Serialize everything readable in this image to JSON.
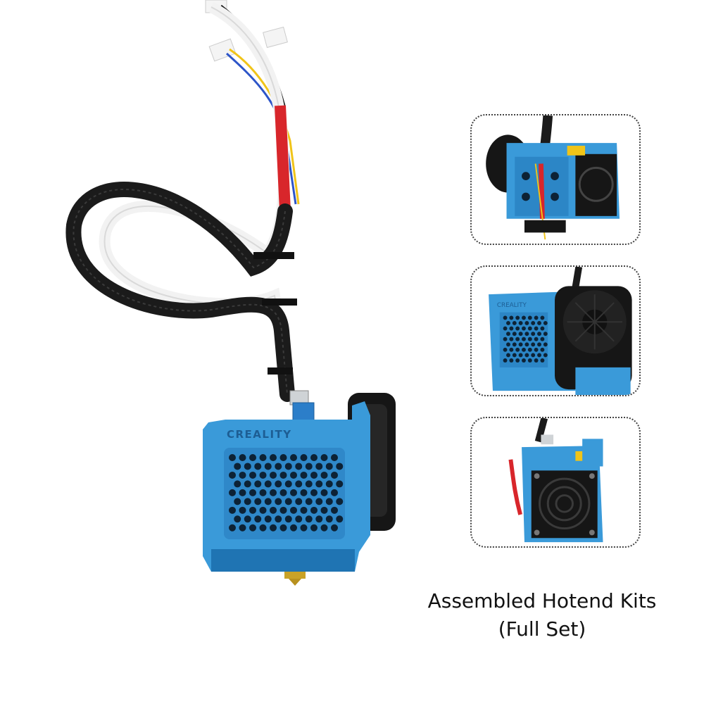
{
  "product": {
    "brand_logo": "CREALITY",
    "caption_line1": "Assembled Hotend Kits",
    "caption_line2": "(Full Set)"
  },
  "colors": {
    "housing_blue": "#3a9ad9",
    "housing_shadow": "#1f74b3",
    "fan_black": "#161616",
    "sleeve_black": "#1b1b1b",
    "ptfe_white": "#f2f2f2",
    "wire_red": "#d8262b",
    "wire_yellow": "#f0c419",
    "wire_blue": "#2d55c8",
    "frame_border": "#444444"
  },
  "detail_views": [
    "side-left-view",
    "fan-side-view",
    "front-fan-view"
  ]
}
